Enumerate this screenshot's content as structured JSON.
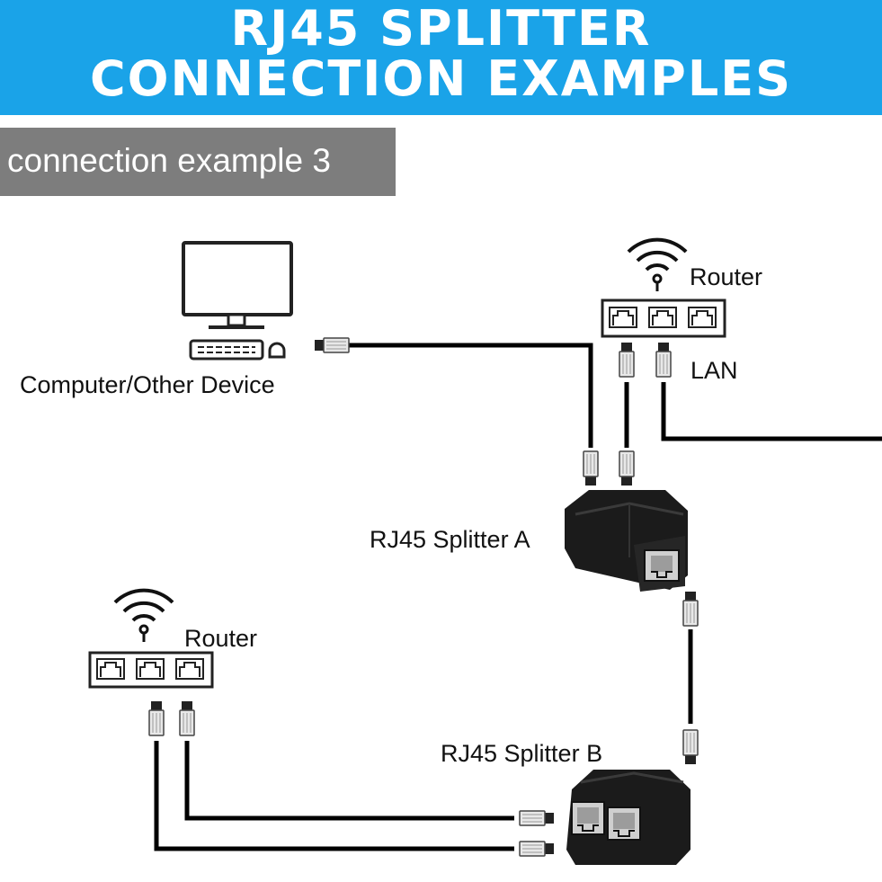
{
  "banner": {
    "title_line1": "RJ45 SPLITTER",
    "title_line2": "CONNECTION EXAMPLES",
    "background_color": "#1aa3e8"
  },
  "subtitle": {
    "label": "connection example 3",
    "background_color": "#7d7d7d"
  },
  "devices": {
    "computer": {
      "label": "Computer/Other Device",
      "icon": "computer-icon"
    },
    "router_top": {
      "label": "Router",
      "icon": "router-icon"
    },
    "lan_label": "LAN",
    "splitter_a": {
      "label": "RJ45 Splitter A"
    },
    "splitter_b": {
      "label": "RJ45 Splitter B"
    },
    "router_bottom": {
      "label": "Router",
      "icon": "router-icon"
    }
  }
}
